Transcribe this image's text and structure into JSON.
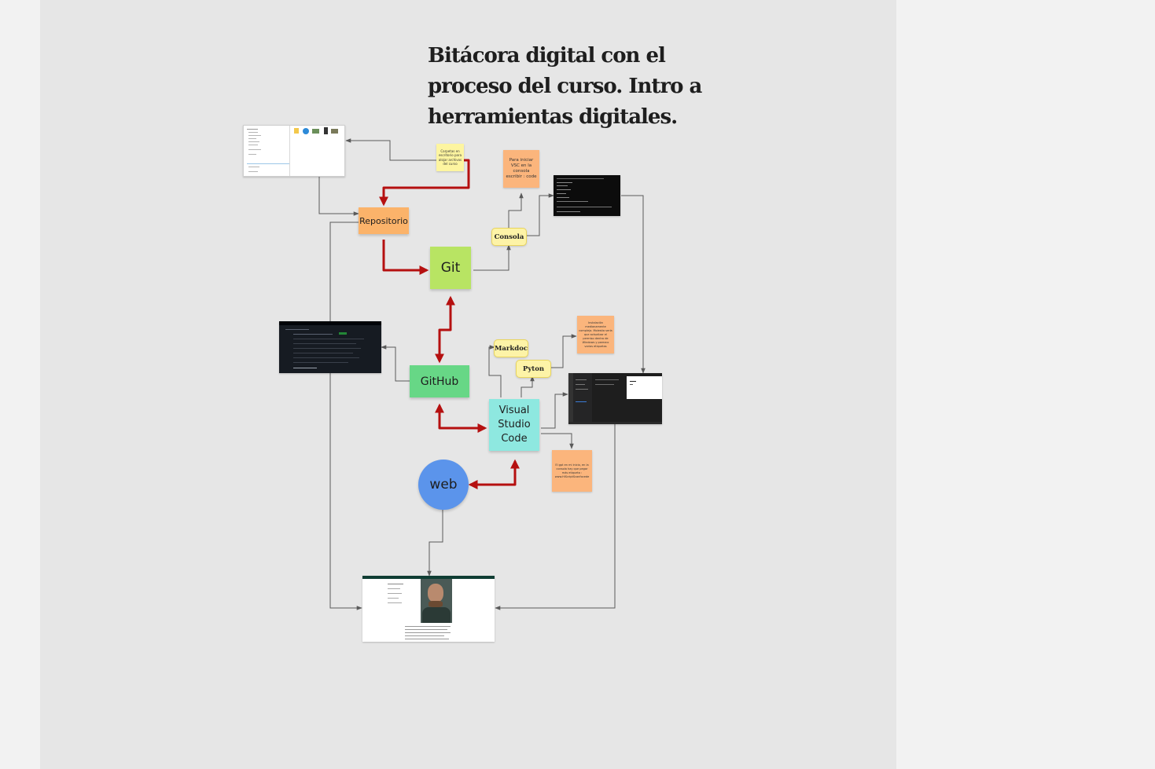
{
  "title": "Bitácora digital con el proceso del curso. Intro a herramientas digitales.",
  "nodes": {
    "repositorio": "Repositorio",
    "git": "Git",
    "github": "GitHub",
    "vscode": "Visual Studio Code",
    "web": "web"
  },
  "pills": {
    "consola": "Consola",
    "markdoc": "Markdoc",
    "pyton": "Pyton"
  },
  "notes": {
    "carpetas": "Carpetas en escritorio para alojar archivos del curso",
    "iniciar_vsc": "Para iniciar VSC en la consola escribir : code",
    "instalacion": "Instalación medianamente compleja. Molestia sería que actualizar el permiso dentro de Windows y parezco varias etiquetas",
    "pegar": "El gpt en mi inicio, en la consola hay que pegar más etiqueta : www.HiScriptScanfocede"
  },
  "colors": {
    "board": "#e6e6e6",
    "page": "#f2f2f2",
    "repositorio": "#fbb36a",
    "git": "#b8e463",
    "github": "#67d786",
    "vscode": "#8ee8e0",
    "web": "#5b94eb",
    "sticky_yellow": "#fdf5a0",
    "sticky_orange": "#fbb57c",
    "arrow_red": "#b51010",
    "arrow_gray": "#5a5a5a"
  },
  "icons": {
    "file_explorer": "file-explorer-screenshot",
    "terminal": "terminal-screenshot",
    "github_page": "github-page-screenshot",
    "vscode_editor": "vscode-editor-screenshot",
    "website": "website-screenshot"
  }
}
